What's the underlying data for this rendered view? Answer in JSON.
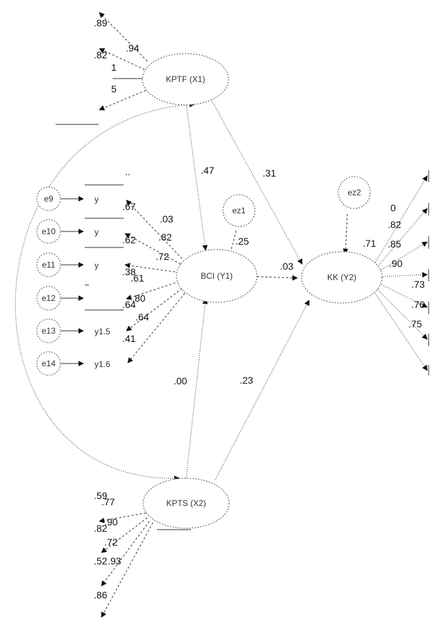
{
  "nodes": {
    "x1": "KPTF (X1)",
    "x2": "KPTS (X2)",
    "y1": "BCI (Y1)",
    "y2": "KK (Y2)",
    "ez1": "ez1",
    "ez2": "ez2",
    "e9": "e9",
    "e10": "e10",
    "e11": "e11",
    "e12": "e12",
    "e13": "e13",
    "e14": "e14",
    "y15": "y1.5",
    "y16": "y1.6",
    "yA": "y",
    "yB": "y",
    "yC": "y"
  },
  "paths": {
    "x1_y1": ".47",
    "x1_y2": ".31",
    "x2_y1": ".00",
    "x2_y2": ".23",
    "y1_y2": ".03",
    "ez1_y1": ".25"
  },
  "x1_block": {
    "r2a": ".89",
    "load_a": ".94",
    "r2b": ".82",
    "load_b": "1",
    "r2c": "5"
  },
  "y1_block": {
    "r2": [
      ".67",
      ".62",
      ".38",
      ".80",
      ".64",
      ".41"
    ],
    "loadings": [
      ".03",
      ".82",
      ".72",
      ".61",
      ".64"
    ],
    "partial_top": ".."
  },
  "y2_block": {
    "r2_top": "0",
    "load_top": ".71",
    "values": [
      ".82",
      ".85",
      ".90",
      ".73",
      ".76",
      ".75"
    ]
  },
  "x2_block": {
    "r2": [
      ".59",
      ".82",
      ".52",
      ".86"
    ],
    "loadings": [
      ".77",
      ".90",
      ".72",
      ".93"
    ]
  }
}
